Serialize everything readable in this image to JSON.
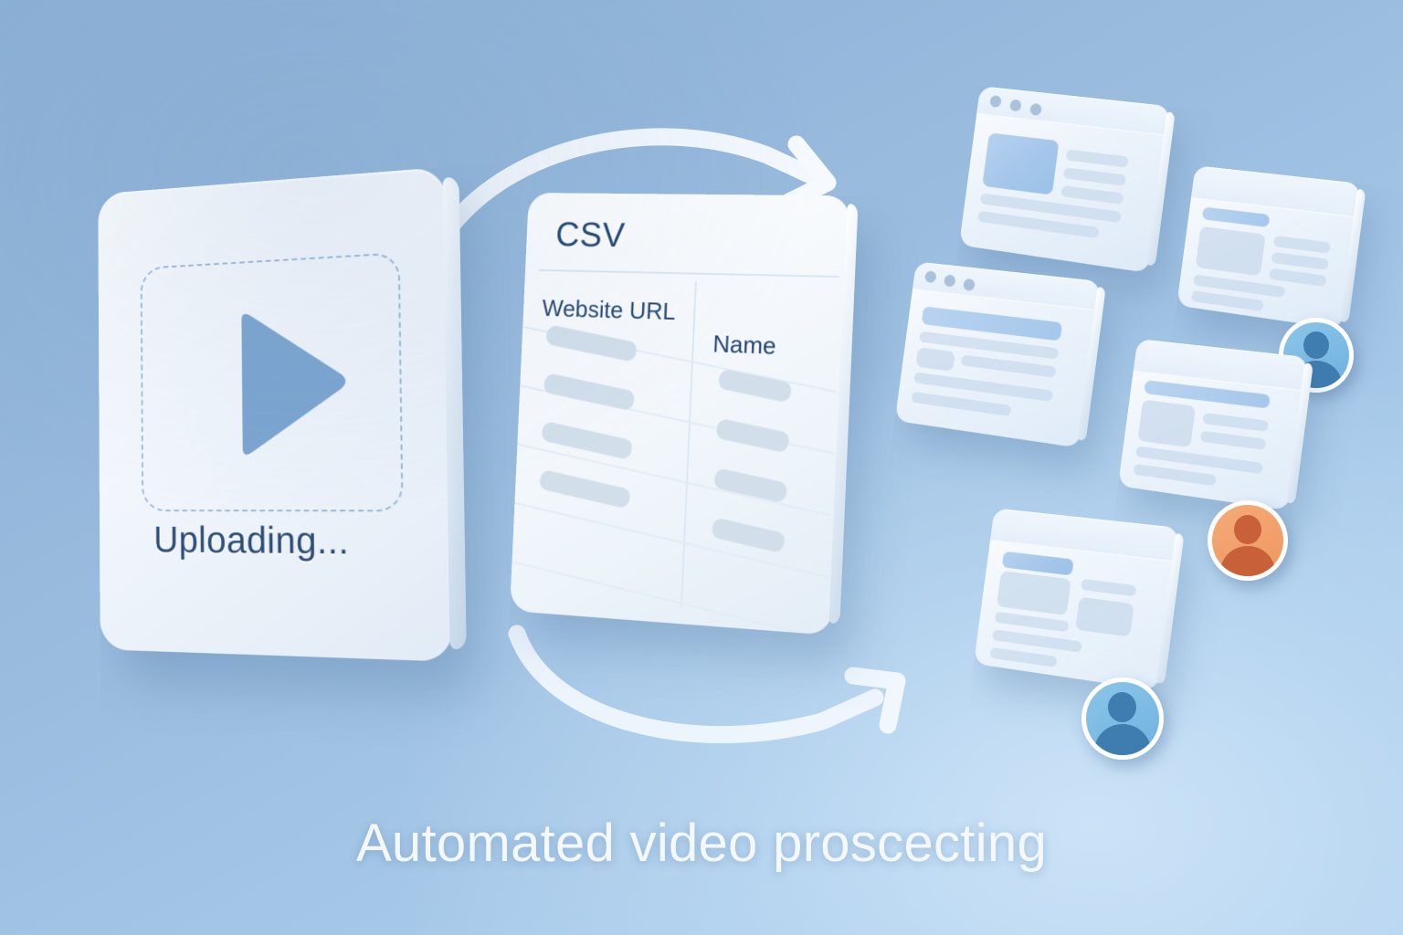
{
  "caption": "Automated video proscecting",
  "upload_card": {
    "status_label": "Uploading...",
    "dropzone_name": "video-dropzone",
    "play_icon": "play-icon",
    "play_color": "#7aa3cf",
    "card_color": "#f4f8fd"
  },
  "csv_card": {
    "title": "CSV",
    "columns": [
      {
        "label": "Website URL"
      },
      {
        "label": "Name"
      }
    ],
    "row_count": 4,
    "text_color": "#23456d"
  },
  "arrows": {
    "top": {
      "name": "flow-arrow-top",
      "direction": "right"
    },
    "bottom": {
      "name": "flow-arrow-bottom",
      "direction": "right"
    },
    "color": "#ffffff"
  },
  "windows": [
    {
      "id": "window-1",
      "has_titlebar": true,
      "dots": 3,
      "thumb": "left",
      "avatar": null
    },
    {
      "id": "window-2",
      "has_titlebar": false,
      "dots": 0,
      "thumb": "left",
      "avatar": "blue"
    },
    {
      "id": "window-3",
      "has_titlebar": true,
      "dots": 3,
      "thumb": "none",
      "avatar": null
    },
    {
      "id": "window-4",
      "has_titlebar": false,
      "dots": 0,
      "thumb": "left",
      "avatar": "orange"
    },
    {
      "id": "window-5",
      "has_titlebar": false,
      "dots": 0,
      "thumb": "left",
      "avatar": "blue"
    }
  ],
  "colors": {
    "background_top": "#8cb0d6",
    "background_bottom": "#b3d2ef",
    "accent_blue": "#9dc2e8",
    "avatar_blue": "#6fb2e0",
    "avatar_orange": "#ef9760",
    "placeholder_gray": "#d2dfeb"
  }
}
